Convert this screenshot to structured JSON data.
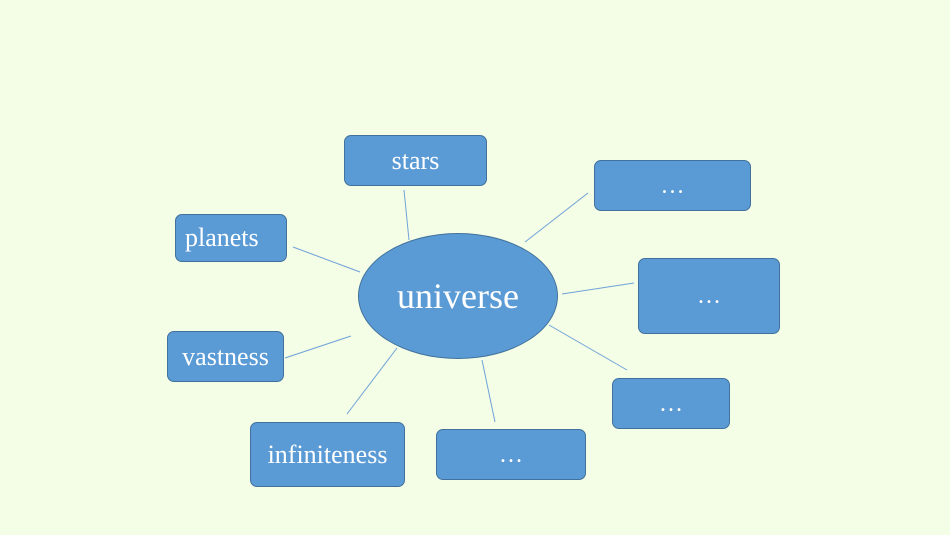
{
  "diagram": {
    "center": "universe",
    "nodes": {
      "stars": "stars",
      "planets": "planets",
      "vastness": "vastness",
      "infiniteness": "infiniteness",
      "extra_1": "…",
      "extra_2": "…",
      "extra_3": "…",
      "extra_4": "…"
    }
  },
  "colors": {
    "background": "#f4fde6",
    "node_fill": "#5b9bd5",
    "node_border": "#41719c",
    "connector": "#6fa3d8",
    "text": "#ffffff"
  }
}
